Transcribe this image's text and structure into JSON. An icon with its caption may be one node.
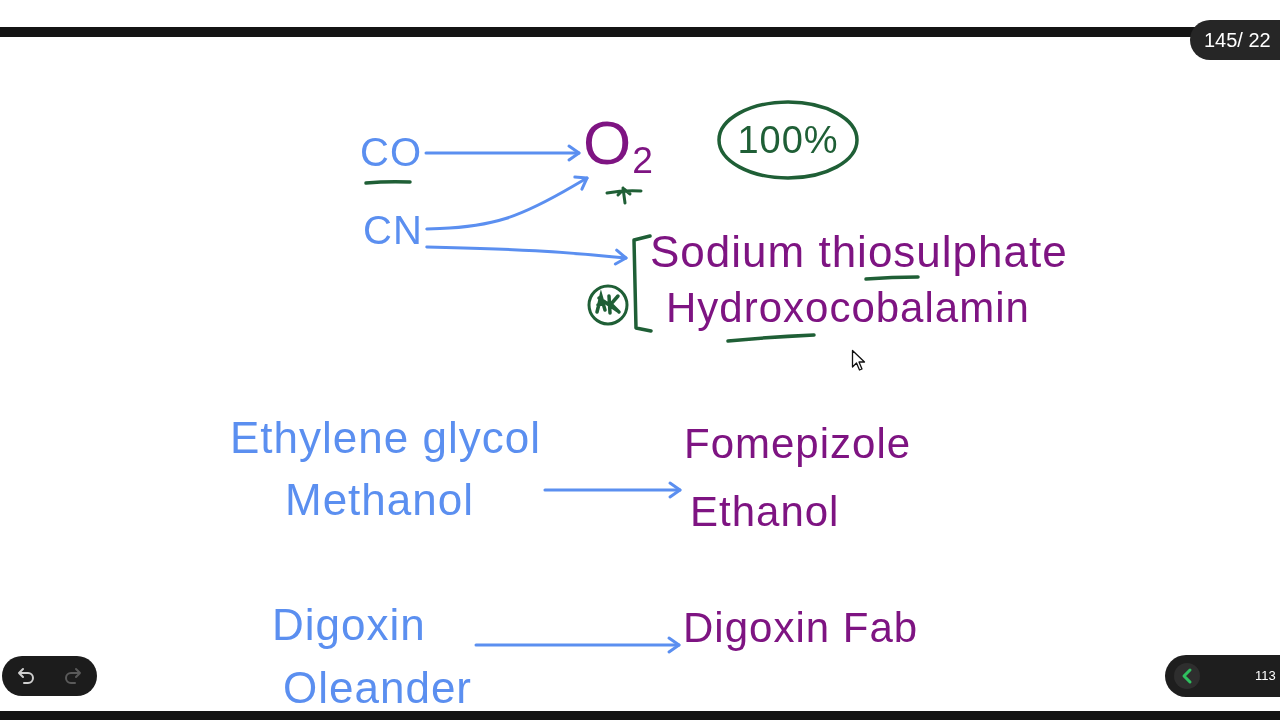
{
  "diagram": {
    "nodes": [
      {
        "text": [
          "CO"
        ]
      },
      {
        "text": [
          "O$_{2}$"
        ]
      },
      {
        "text": [
          "100%"
        ]
      },
      {
        "text": [
          "CN"
        ]
      },
      {
        "text": [
          "Sodium thiosulphate",
          "Hydroxocobalamin"
        ]
      },
      {
        "text": [
          "Ethylene glycol",
          "Methanol"
        ]
      },
      {
        "text": [
          "Fomepizole",
          "Ethanol"
        ]
      },
      {
        "text": [
          "Digoxin",
          "Oleander"
        ]
      },
      {
        "text": [
          "Digoxin Fab"
        ]
      }
    ],
    "edges": [
      {
        "from": 0,
        "to": 1,
        "arrow": "to"
      },
      {
        "from": 3,
        "to": 1,
        "arrow": "to"
      },
      {
        "from": 3,
        "to": 4,
        "arrow": "to"
      },
      {
        "from": 5,
        "to": 6,
        "arrow": "to"
      },
      {
        "from": 7,
        "to": 8,
        "arrow": "to"
      }
    ],
    "labels": [
      "145/ 22",
      "113"
    ]
  }
}
